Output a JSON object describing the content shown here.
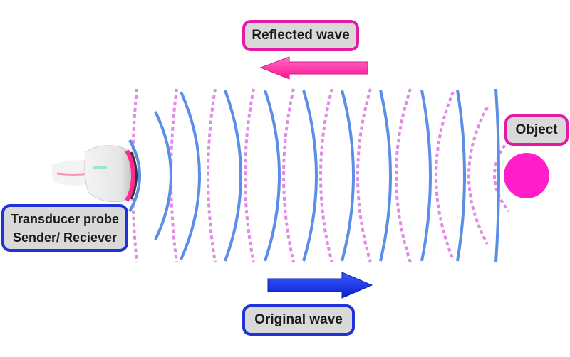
{
  "labels": {
    "reflected_wave": "Reflected wave",
    "object": "Object",
    "transducer_line1": "Transducer probe",
    "transducer_line2": "Sender/ Reciever",
    "original_wave": "Original wave"
  },
  "colors": {
    "original_wave": "#5b8ee6",
    "reflected_wave": "#e08ae6",
    "reflected_arrow": "#ff2fa8",
    "original_arrow": "#1a33e8",
    "object": "#ff1ec8",
    "blue_border": "#1f33d8",
    "pink_border": "#e41aa5"
  },
  "icons": {
    "probe": "transducer-probe-icon",
    "object": "object-circle-icon"
  }
}
